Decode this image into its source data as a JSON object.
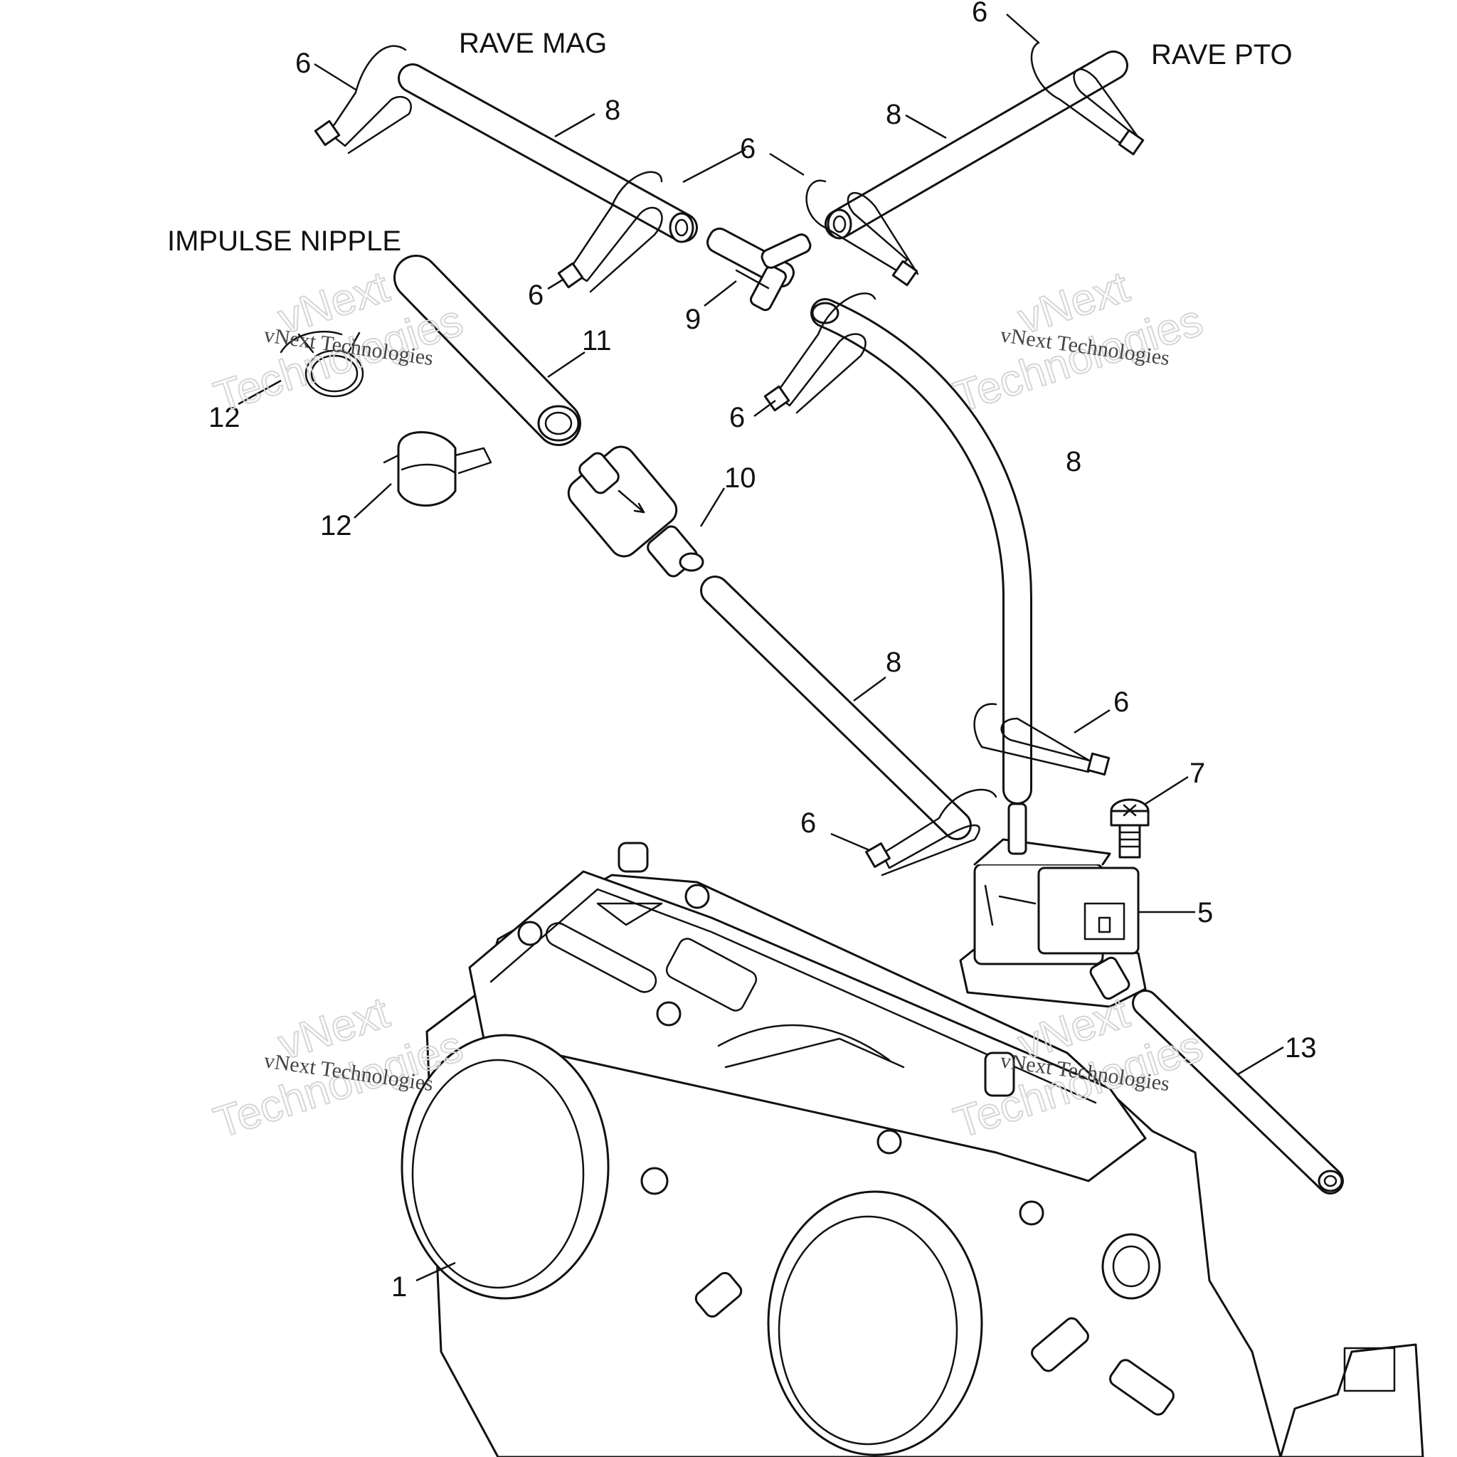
{
  "section_labels": {
    "rave_mag": "RAVE MAG",
    "rave_pto": "RAVE PTO",
    "impulse_nipple": "IMPULSE NIPPLE"
  },
  "callouts": [
    {
      "id": "c1",
      "label": "1"
    },
    {
      "id": "c5",
      "label": "5"
    },
    {
      "id": "c6a",
      "label": "6"
    },
    {
      "id": "c6b",
      "label": "6"
    },
    {
      "id": "c6c",
      "label": "6"
    },
    {
      "id": "c6d",
      "label": "6"
    },
    {
      "id": "c6e",
      "label": "6"
    },
    {
      "id": "c6f",
      "label": "6"
    },
    {
      "id": "c6g",
      "label": "6"
    },
    {
      "id": "c7",
      "label": "7"
    },
    {
      "id": "c8a",
      "label": "8"
    },
    {
      "id": "c8b",
      "label": "8"
    },
    {
      "id": "c8c",
      "label": "8"
    },
    {
      "id": "c8d",
      "label": "8"
    },
    {
      "id": "c9",
      "label": "9"
    },
    {
      "id": "c10",
      "label": "10"
    },
    {
      "id": "c11",
      "label": "11"
    },
    {
      "id": "c12a",
      "label": "12"
    },
    {
      "id": "c12b",
      "label": "12"
    },
    {
      "id": "c13",
      "label": "13"
    }
  ],
  "watermark": {
    "brand": "vNext",
    "word": "Technologies",
    "line": "vNext Technologies"
  }
}
